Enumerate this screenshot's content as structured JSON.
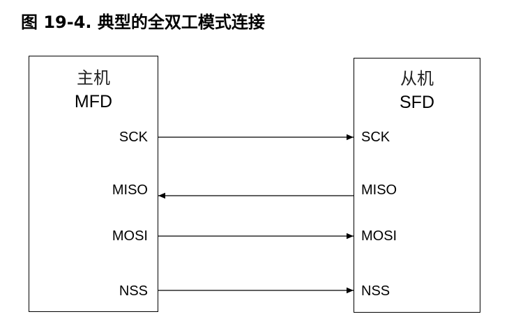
{
  "caption": "图 19-4.  典型的全双工模式连接",
  "master": {
    "role": "主机",
    "device": "MFD"
  },
  "slave": {
    "role": "从机",
    "device": "SFD"
  },
  "signals": [
    {
      "name": "SCK",
      "direction": "master-to-slave"
    },
    {
      "name": "MISO",
      "direction": "slave-to-master"
    },
    {
      "name": "MOSI",
      "direction": "master-to-slave"
    },
    {
      "name": "NSS",
      "direction": "master-to-slave"
    }
  ]
}
